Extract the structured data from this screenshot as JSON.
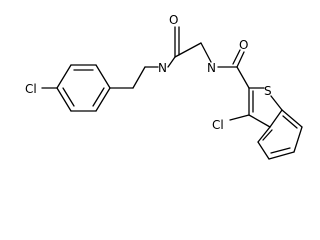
{
  "molecule": {
    "atoms": {
      "cl_left": "Cl",
      "n_amide_left": "N",
      "o_carbonyl_left": "O",
      "n_amide_right": "N",
      "o_carbonyl_right": "O",
      "s_thiophene": "S",
      "cl_bottom": "Cl"
    }
  }
}
